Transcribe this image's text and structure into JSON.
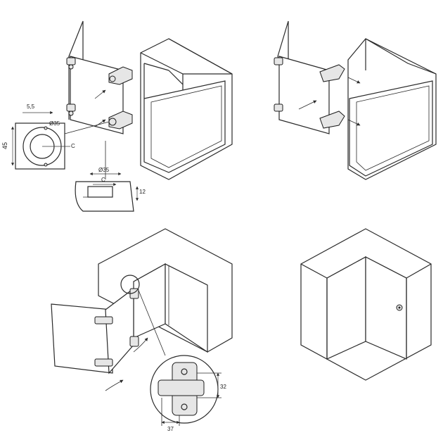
{
  "dimensions": {
    "offset": "5,5",
    "cup_diameter_top": "Ø35",
    "width": "45",
    "distance": "C",
    "cup_diameter_section": "Ø35",
    "distance_section": "C",
    "depth": "12",
    "plate_height": "32",
    "plate_width": "37"
  }
}
